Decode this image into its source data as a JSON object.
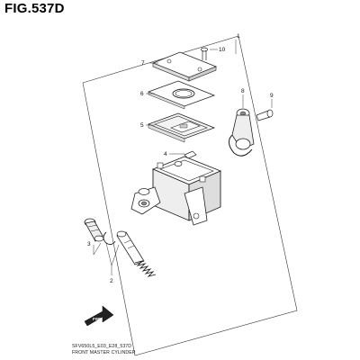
{
  "figure": {
    "title": "FIG.537D"
  },
  "callouts": {
    "c1": "1",
    "c2": "2",
    "c3": "3",
    "c4": "4",
    "c5": "5",
    "c6": "6",
    "c7": "7",
    "c8": "8",
    "c9": "9",
    "c10": "10"
  },
  "direction_arrow": {
    "label": "FWD"
  },
  "footer": {
    "code": "SFV650L5_E03_E28_537D",
    "caption": "FRONT MASTER CYLINDER"
  }
}
